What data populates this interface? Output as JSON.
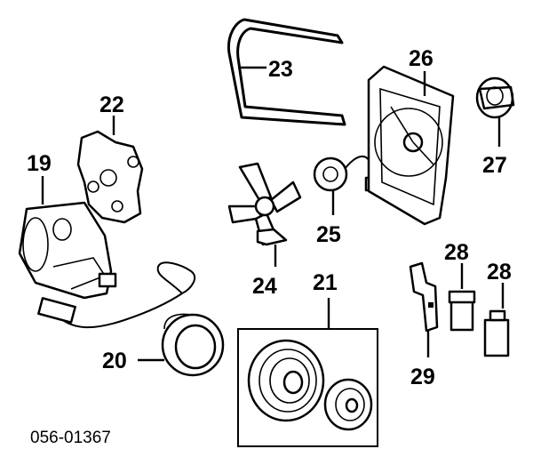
{
  "figure_code": "056-01367",
  "callouts": {
    "p19": "19",
    "p20": "20",
    "p21": "21",
    "p22": "22",
    "p23": "23",
    "p24": "24",
    "p25": "25",
    "p26": "26",
    "p27": "27",
    "p28a": "28",
    "p28b": "28",
    "p29": "29"
  }
}
